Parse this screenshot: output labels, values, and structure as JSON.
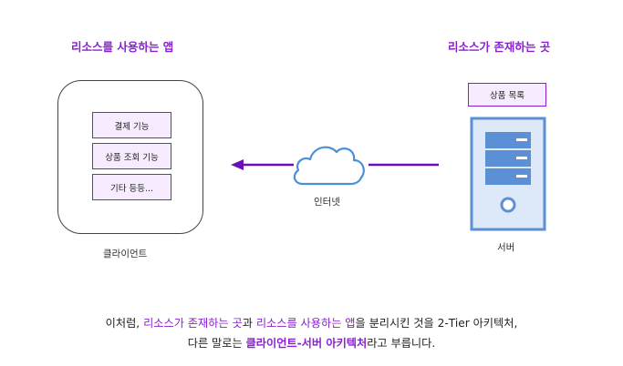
{
  "headings": {
    "client_side": "리소스를 사용하는 앱",
    "server_side": "리소스가 존재하는 곳"
  },
  "client": {
    "features": [
      "결제 기능",
      "상품 조회 기능",
      "기타 등등..."
    ],
    "caption": "클라이언트"
  },
  "network": {
    "caption": "인터넷"
  },
  "server": {
    "resource_label": "상품 목록",
    "caption": "서버"
  },
  "footer": {
    "line1": {
      "intro": "이처럼, ",
      "resource_location": "리소스가 존재하는 곳",
      "conj": "과 ",
      "resource_app": "리소스를 사용하는 앱",
      "rest": "을 분리시킨 것을 2-Tier 아키텍처,"
    },
    "line2": {
      "intro": "다른 말로는 ",
      "term": "클라이언트-서버 아키텍처",
      "rest": "라고 부릅니다."
    }
  },
  "colors": {
    "accent": "#8a1fd1",
    "arrow": "#6a0fb8",
    "server_blue": "#5b8fd6",
    "server_fill": "#dde9f8",
    "cloud_blue": "#4a8fd8",
    "box_fill": "#f7ecff"
  },
  "icons": {
    "network": "cloud-icon",
    "server": "server-tower-icon",
    "connection": "arrow-left-icon"
  }
}
